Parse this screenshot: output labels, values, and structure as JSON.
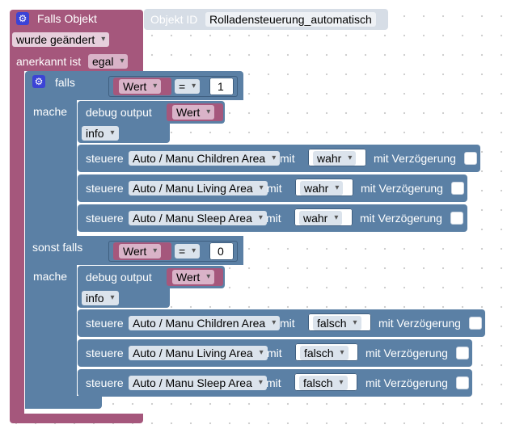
{
  "trigger": {
    "title": "Falls Objekt",
    "object_id_label": "Objekt ID",
    "object_id_value": "Rolladensteuerung_automatisch",
    "change_value": "wurde geändert",
    "ack_label": "anerkannt ist",
    "ack_value": "egal"
  },
  "if_block": {
    "falls_label": "falls",
    "mache_label": "mache",
    "sonst_falls_label": "sonst falls"
  },
  "condition1": {
    "var": "Wert",
    "op": "=",
    "num": "1"
  },
  "condition2": {
    "var": "Wert",
    "op": "=",
    "num": "0"
  },
  "debug": {
    "label": "debug output",
    "var": "Wert",
    "level": "info"
  },
  "commands": {
    "verb": "steuere",
    "mit": "mit",
    "delay_label": "mit Verzögerung",
    "branch1": [
      {
        "target": "Auto / Manu Children Area",
        "value": "wahr"
      },
      {
        "target": "Auto / Manu Living Area",
        "value": "wahr"
      },
      {
        "target": "Auto / Manu Sleep Area",
        "value": "wahr"
      }
    ],
    "branch2": [
      {
        "target": "Auto / Manu Children Area",
        "value": "falsch"
      },
      {
        "target": "Auto / Manu Living Area",
        "value": "falsch"
      },
      {
        "target": "Auto / Manu Sleep Area",
        "value": "falsch"
      }
    ]
  },
  "colors": {
    "trigger": "#a5577c",
    "logic": "#5b80a5",
    "gear": "#3b43d6"
  },
  "icons": {
    "mutator": "gear-icon",
    "dropdown": "chevron-down-icon"
  }
}
